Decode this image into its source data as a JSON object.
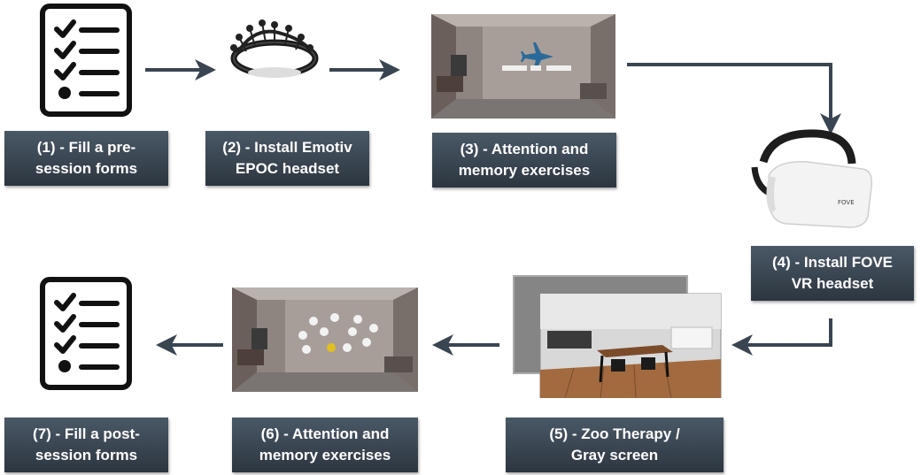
{
  "steps": [
    {
      "number": "(1)",
      "label": "(1) - Fill a pre-session forms",
      "line1": "(1) - Fill a pre-",
      "line2": "session forms",
      "image": "checklist-icon"
    },
    {
      "number": "(2)",
      "label": "(2) - Install Emotiv EPOC headset",
      "line1": "(2) - Install Emotiv",
      "line2": "EPOC headset",
      "image": "eeg-headset-photo"
    },
    {
      "number": "(3)",
      "label": "(3) - Attention and memory exercises",
      "line1": "(3) - Attention and",
      "line2": "memory exercises",
      "image": "vr-room-airplane-exercise"
    },
    {
      "number": "(4)",
      "label": "(4) - Install FOVE VR headset",
      "line1": "(4) - Install FOVE",
      "line2": "VR headset",
      "image": "vr-headset-photo"
    },
    {
      "number": "(5)",
      "label": "(5) - Zoo Therapy / Gray screen",
      "line1": "(5) - Zoo Therapy /",
      "line2": "Gray screen",
      "image": "virtual-living-room-and-gray-screen"
    },
    {
      "number": "(6)",
      "label": "(6) - Attention and memory exercises",
      "line1": "(6) - Attention and",
      "line2": "memory exercises",
      "image": "vr-room-circles-exercise"
    },
    {
      "number": "(7)",
      "label": "(7) - Fill a post-session forms",
      "line1": "(7) - Fill a post-",
      "line2": "session forms",
      "image": "checklist-icon"
    }
  ],
  "headset_brand": "FOVE",
  "colors": {
    "label_bg": "#3a4552",
    "arrow": "#3a4552",
    "wall": "#9b918c",
    "panel": "#a89e99"
  }
}
